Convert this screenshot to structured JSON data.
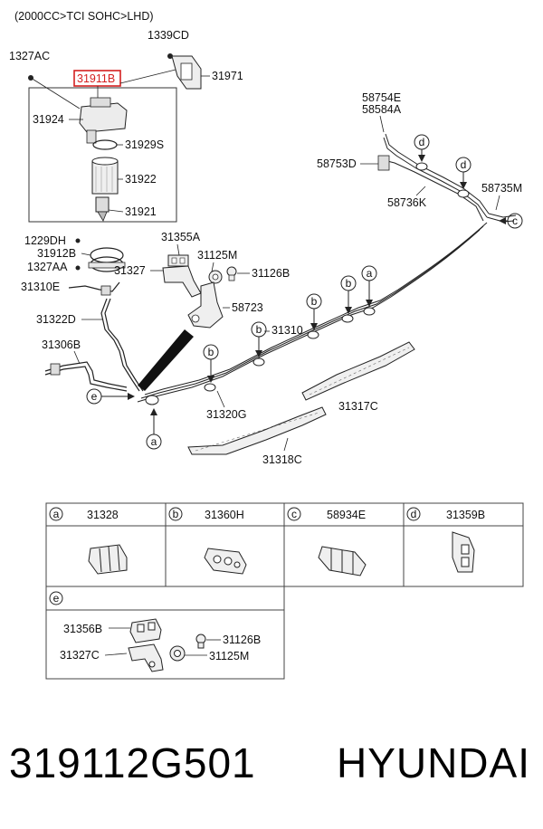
{
  "header": {
    "engine": "(2000CC>TCI SOHC>LHD)"
  },
  "callouts": {
    "c1327AC": "1327AC",
    "c1339CD": "1339CD",
    "c31911B": "31911B",
    "c31971": "31971",
    "c31924": "31924",
    "c31929S": "31929S",
    "c31922": "31922",
    "c31921": "31921",
    "c58754E": "58754E",
    "c58584A": "58584A",
    "c58753D": "58753D",
    "c58736K": "58736K",
    "c58735M": "58735M",
    "c1229DH": "1229DH",
    "c31912B": "31912B",
    "c1327AA": "1327AA",
    "c31310E": "31310E",
    "c31355A": "31355A",
    "c31125M": "31125M",
    "c31327": "31327",
    "c31126B": "31126B",
    "c58723": "58723",
    "c31322D": "31322D",
    "c31306B": "31306B",
    "c31310": "31310",
    "c31320G": "31320G",
    "c31317C": "31317C",
    "c31318C": "31318C"
  },
  "circles": {
    "a": "a",
    "b": "b",
    "c": "c",
    "d": "d",
    "e": "e"
  },
  "table": {
    "cells": [
      {
        "key": "a",
        "part": "31328"
      },
      {
        "key": "b",
        "part": "31360H"
      },
      {
        "key": "c",
        "part": "58934E"
      },
      {
        "key": "d",
        "part": "31359B"
      }
    ],
    "e_cell": {
      "key": "e",
      "parts": [
        "31356B",
        "31327C",
        "31126B",
        "31125M"
      ]
    }
  },
  "footer": {
    "part_number": "319112G501",
    "brand": "HYUNDAI"
  },
  "colors": {
    "highlight": "#d42020",
    "line": "#222222",
    "fill": "#f2f2f2"
  }
}
